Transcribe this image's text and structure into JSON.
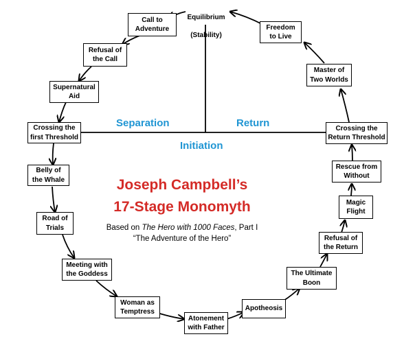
{
  "center_top": {
    "line1": "Equilibrium",
    "line2": "(Stability)"
  },
  "sections": {
    "separation": "Separation",
    "return": "Return",
    "initiation": "Initiation"
  },
  "title": {
    "line1": "Joseph Campbell’s",
    "line2": "17-Stage Monomyth"
  },
  "subtitle": {
    "based_on": "Based on ",
    "book": "The Hero with 1000 Faces",
    "part": ", Part I",
    "line2": "“The Adventure of the Hero”"
  },
  "stages": {
    "call_to_adventure": "Call to\nAdventure",
    "refusal_of_the_call": "Refusal of\nthe Call",
    "supernatural_aid": "Supernatural\nAid",
    "crossing_first_threshold": "Crossing the\nfirst Threshold",
    "belly_of_the_whale": "Belly of\nthe Whale",
    "road_of_trials": "Road of\nTrials",
    "meeting_with_goddess": "Meeting with\nthe Goddess",
    "woman_as_temptress": "Woman as\nTemptress",
    "atonement_with_father": "Atonement\nwith Father",
    "apotheosis": "Apotheosis",
    "ultimate_boon": "The Ultimate\nBoon",
    "refusal_of_return": "Refusal of\nthe Return",
    "magic_flight": "Magic\nFlight",
    "rescue_from_without": "Rescue from\nWithout",
    "crossing_return_threshold": "Crossing the\nReturn Threshold",
    "master_of_two_worlds": "Master of\nTwo Worlds",
    "freedom_to_live": "Freedom\nto Live"
  }
}
